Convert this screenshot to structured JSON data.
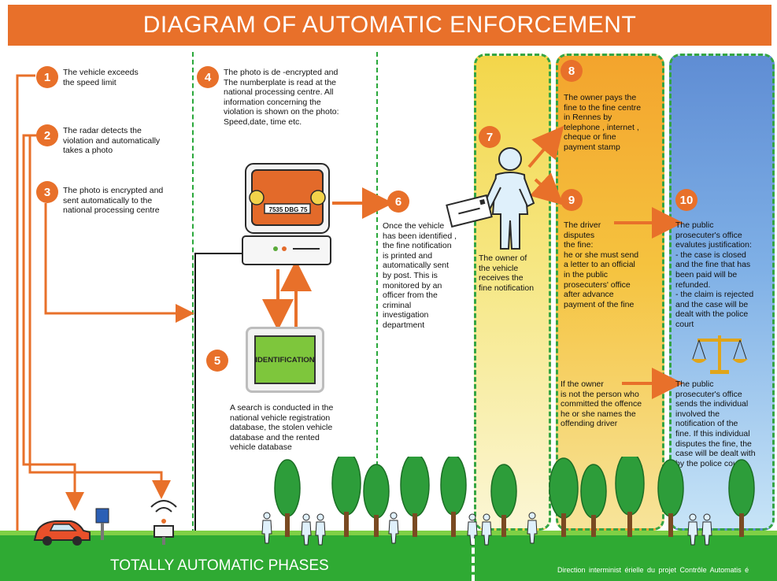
{
  "title": "DIAGRAM OF AUTOMATIC ENFORCEMENT",
  "steps": [
    {
      "num": "1",
      "text": "The vehicle exceeds\nthe speed limit"
    },
    {
      "num": "2",
      "text": "The radar detects  the\nviolation and automatically\ntakes a photo"
    },
    {
      "num": "3",
      "text": "The photo is encrypted and\nsent automatically  to the\nnational  processing centre"
    },
    {
      "num": "4",
      "text": "The photo is de -encrypted and\nThe numberplate  is read at the\nnational  processing centre.  All\ninformation  concerning the\nviolation  is shown on the photo:\nSpeed,date,  time  etc."
    },
    {
      "num": "5",
      "text": "A search is conducted in the\nnational  vehicle registration\ndatabase,  the stolen vehicle\ndatabase  and the rented\nvehicle database"
    },
    {
      "num": "6",
      "text": "Once the vehicle\nhas been identified ,\nthe fine notification\nis printed and\nautomatically  sent\nby post. This  is\nmonitored by an\nofficer from the\ncriminal\ninvestigation\ndepartment"
    },
    {
      "num": "7",
      "text": "The owner of\nthe vehicle\nreceives the\nfine notification"
    },
    {
      "num": "8",
      "text": "The owner pays the\nfine to the  fine centre\nin Rennes by\ntelephone , internet ,\ncheque or fine\npayment stamp"
    },
    {
      "num": "9",
      "text": "The driver\ndisputes\nthe fine:\nhe or she must send\na letter to an official\nin the  public\nprosecuters' office\nafter advance\npayment of the fine"
    },
    {
      "num": "10",
      "text": "The public\nprosecuter's office\nevalutes justification:\n- the case is closed\nand the  fine that has\nbeen paid  will be\nrefunded.\n- the claim is rejected\nand the  case will be\ndealt with the police\ncourt"
    }
  ],
  "extra_notes": {
    "owner_not_driver": "If the owner\nis not the person who\ncommitted the  offence\nhe or she names the\noffending driver",
    "prosecutor_sends": "The public\nprosecuter's office\nsends the individual\ninvolved the\nnotification  of the\nfine. If this individual\ndisputes the fine, the\ncase will be dealt with\nby the police court."
  },
  "identification_label": "IDENTIFICATION",
  "plate_text": "7535 DBG 75",
  "footer": {
    "phase_label": "TOTALLY AUTOMATIC PHASES",
    "credit": "Direction interminist    érielle du projet Contrôle Automatis    é"
  },
  "colors": {
    "accent_orange": "#e8702a",
    "dash_green": "#35a544",
    "ground_green": "#2faa33",
    "panel_yellow": "#f6d63a",
    "panel_blue": "#5b8fd6"
  }
}
